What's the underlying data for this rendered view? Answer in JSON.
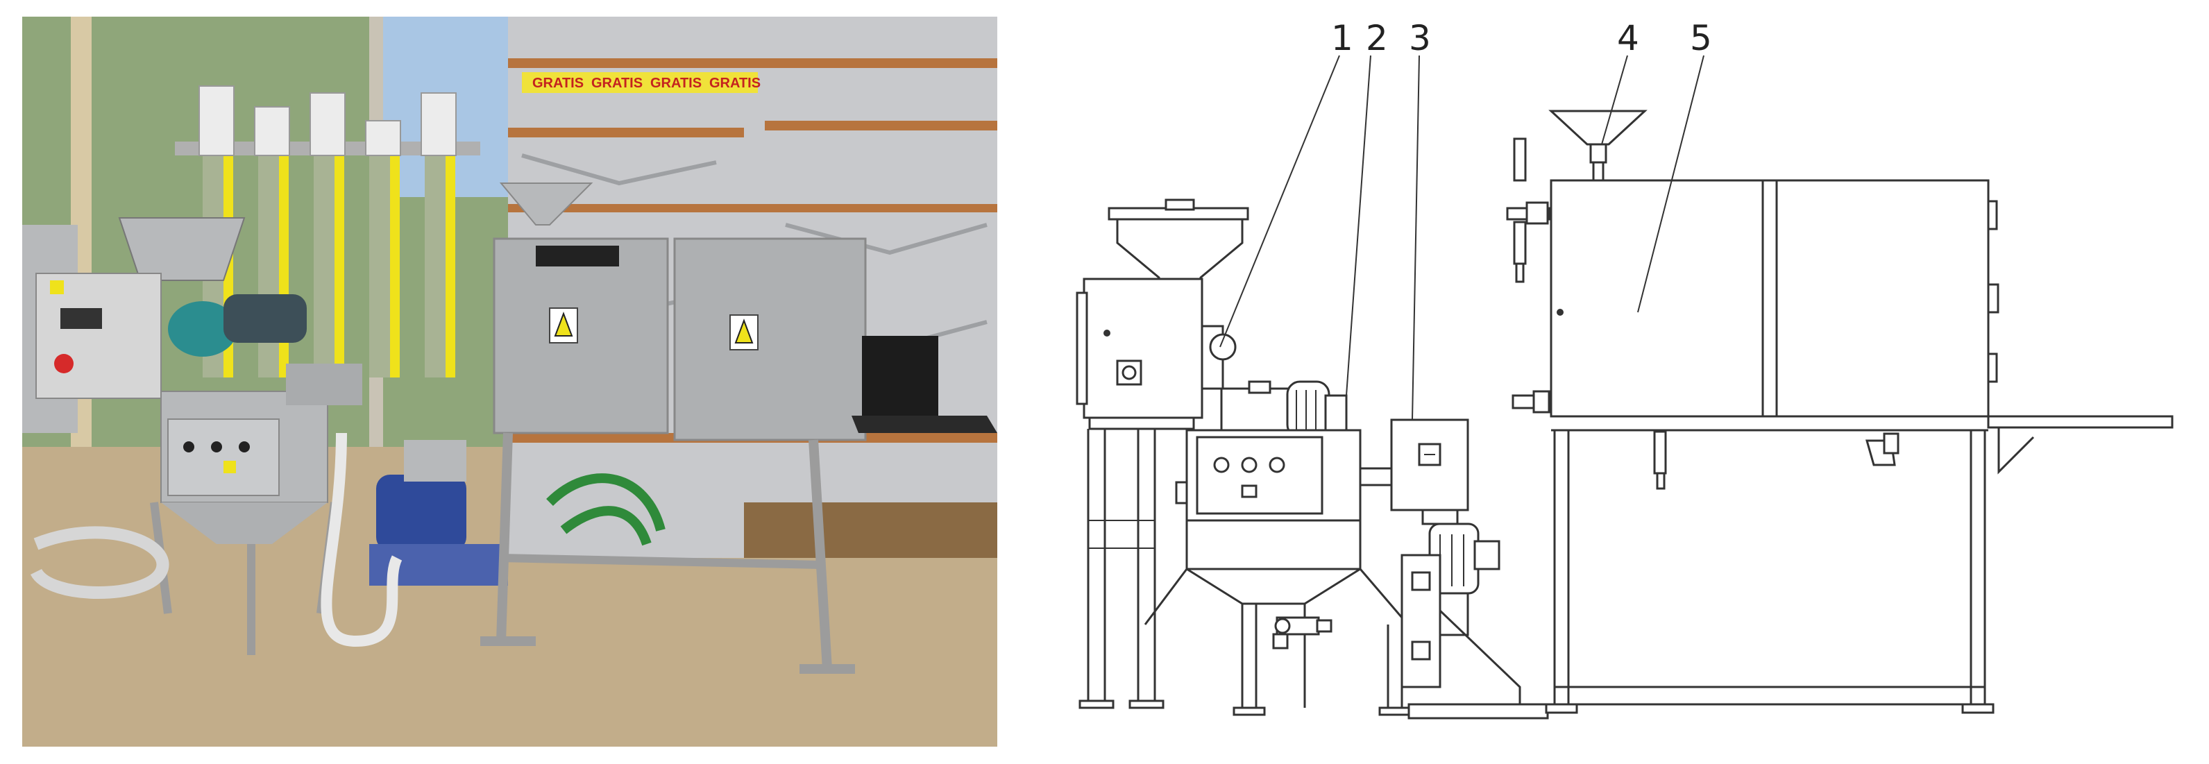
{
  "photo": {
    "tape_text": [
      "GRATIS",
      "GRATIS",
      "GRATIS",
      "GRATIS"
    ]
  },
  "drawing": {
    "callouts": [
      {
        "label": "1"
      },
      {
        "label": "2"
      },
      {
        "label": "3"
      },
      {
        "label": "4"
      },
      {
        "label": "5"
      }
    ]
  },
  "colors": {
    "floor": "#c2ad8a",
    "steel": "#b7b9bb",
    "insulation": "#c8c9cc",
    "tape": "#b7743e",
    "yellow": "#efe21b",
    "pump_blue": "#2f4a9a",
    "teal": "#2b8d8f",
    "hose_green": "#2f8a3a",
    "line": "#333333"
  }
}
